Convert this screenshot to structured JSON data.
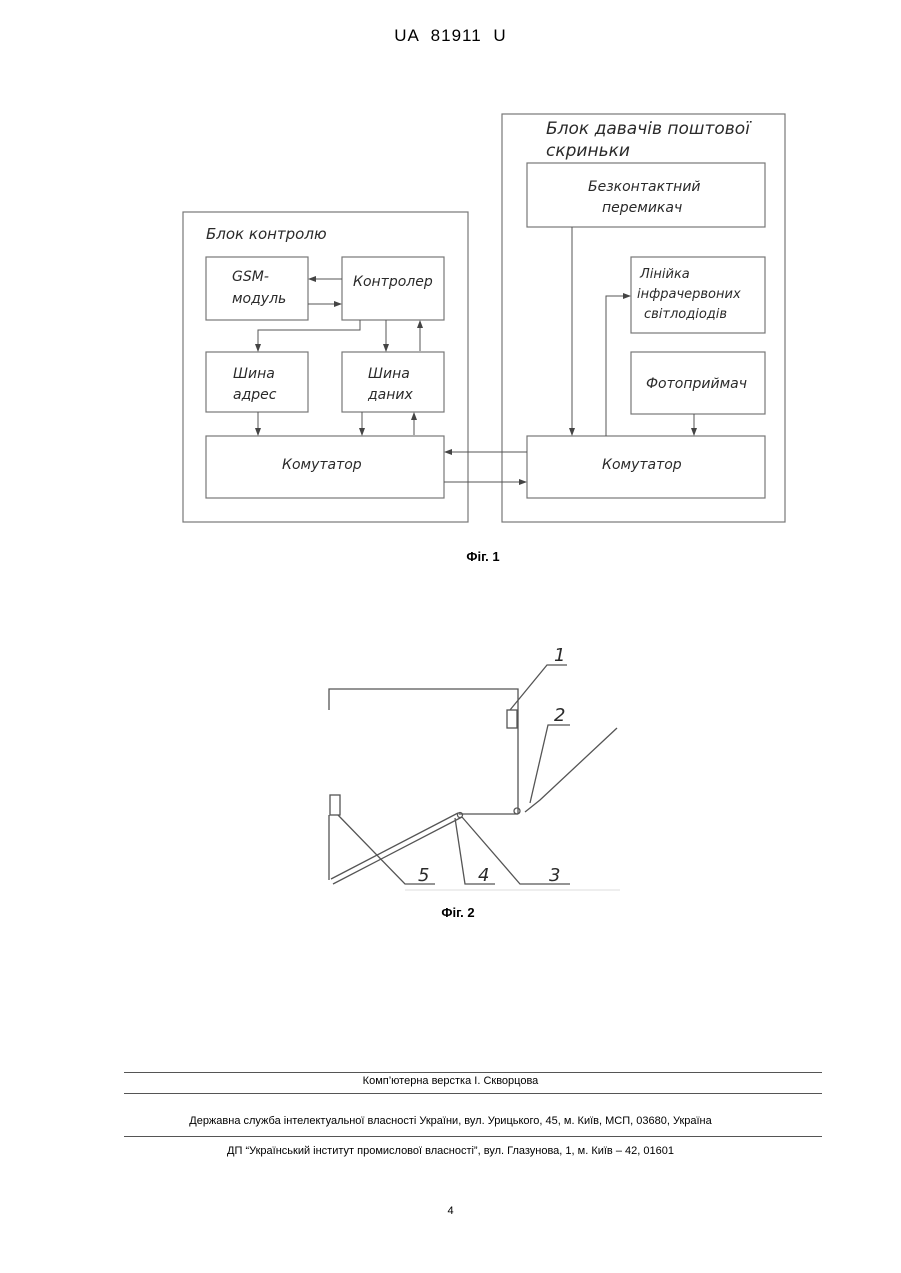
{
  "header": {
    "doc_id": "UA   81911   U"
  },
  "fig1": {
    "caption": "Фіг. 1",
    "control_block": {
      "title": "Блок контролю",
      "gsm_line1": "GSM-",
      "gsm_line2": "модуль",
      "controller": "Контролер",
      "addr_bus_line1": "Шина",
      "addr_bus_line2": "адрес",
      "data_bus_line1": "Шина",
      "data_bus_line2": "даних",
      "switch": "Комутатор"
    },
    "sensor_block": {
      "title_line1": "Блок давачів поштової",
      "title_line2": "скриньки",
      "contactless_line1": "Безконтактний",
      "contactless_line2": "перемикач",
      "ir_line1": "Лінійка",
      "ir_line2": "інфрачервоних",
      "ir_line3": "світлодіодів",
      "photoreceiver": "Фотоприймач",
      "switch": "Комутатор"
    }
  },
  "fig2": {
    "caption": "Фіг. 2",
    "labels": [
      "1",
      "2",
      "3",
      "4",
      "5"
    ]
  },
  "footer": {
    "layout": "Комп’ютерна верстка І. Скворцова",
    "agency": "Державна служба інтелектуальної власності України, вул. Урицького, 45, м. Київ, МСП, 03680, Україна",
    "institute": "ДП “Український інститут промислової власності”, вул. Глазунова, 1, м. Київ – 42, 01601",
    "page": "4"
  }
}
